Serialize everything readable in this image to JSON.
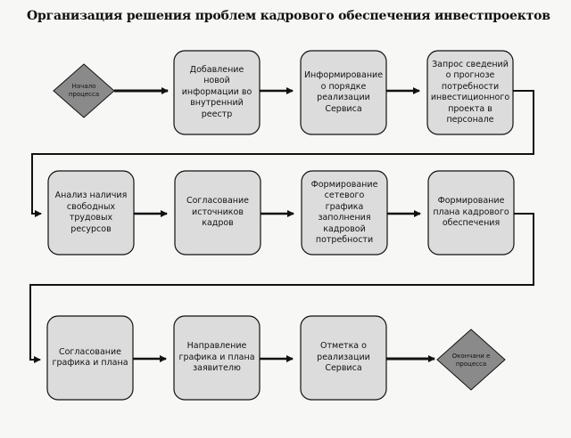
{
  "title": "Организация решения проблем кадрового обеспечения инвестпроектов",
  "start": {
    "label": "Начало процесса"
  },
  "end": {
    "label": "Окончани е процесса"
  },
  "row1": {
    "step1": "Добавление новой информации во внутренний реестр",
    "step2": "Информирование о порядке реализации Сервиса",
    "step3": "Запрос сведений о прогнозе потребности инвестиционного проекта в персонале"
  },
  "row2": {
    "step1": "Анализ наличия свободных трудовых ресурсов",
    "step2": "Согласование источников кадров",
    "step3": "Формирование сетевого графика заполнения кадровой потребности",
    "step4": "Формирование плана кадрового обеспечения"
  },
  "row3": {
    "step1": "Согласование графика и плана",
    "step2": "Направление графика и плана заявителю",
    "step3": "Отметка о реализации Сервиса"
  },
  "colors": {
    "box_fill": "#dcdcdc",
    "diamond_fill": "#8a8a8a",
    "stroke": "#111111"
  }
}
